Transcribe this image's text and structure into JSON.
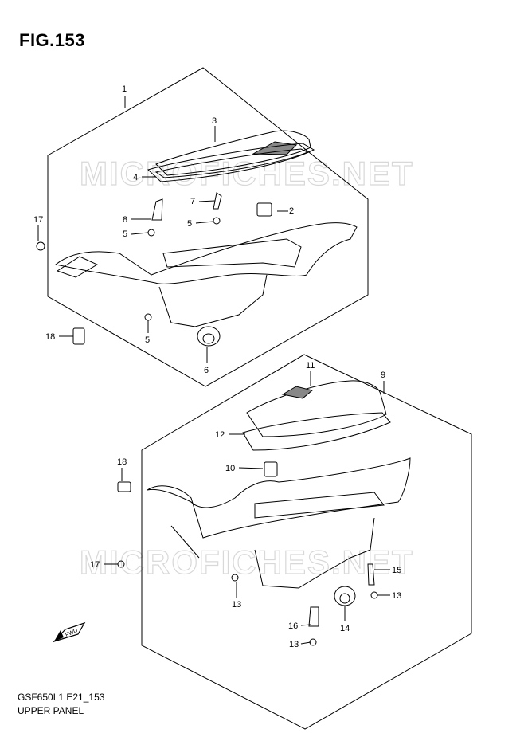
{
  "figure": {
    "title": "FIG.153",
    "model_code": "GSF650L1 E21_153",
    "caption": "UPPER PANEL",
    "watermark": "MICROFICHES.NET"
  },
  "callouts": {
    "c1": "1",
    "c2": "2",
    "c3": "3",
    "c4": "4",
    "c5a": "5",
    "c5b": "5",
    "c5c": "5",
    "c6": "6",
    "c7": "7",
    "c8": "8",
    "c9": "9",
    "c10": "10",
    "c11": "11",
    "c12": "12",
    "c13a": "13",
    "c13b": "13",
    "c13c": "13",
    "c14": "14",
    "c15": "15",
    "c16": "16",
    "c17a": "17",
    "c17b": "17",
    "c18a": "18",
    "c18b": "18"
  },
  "fwd_label": "FWD"
}
